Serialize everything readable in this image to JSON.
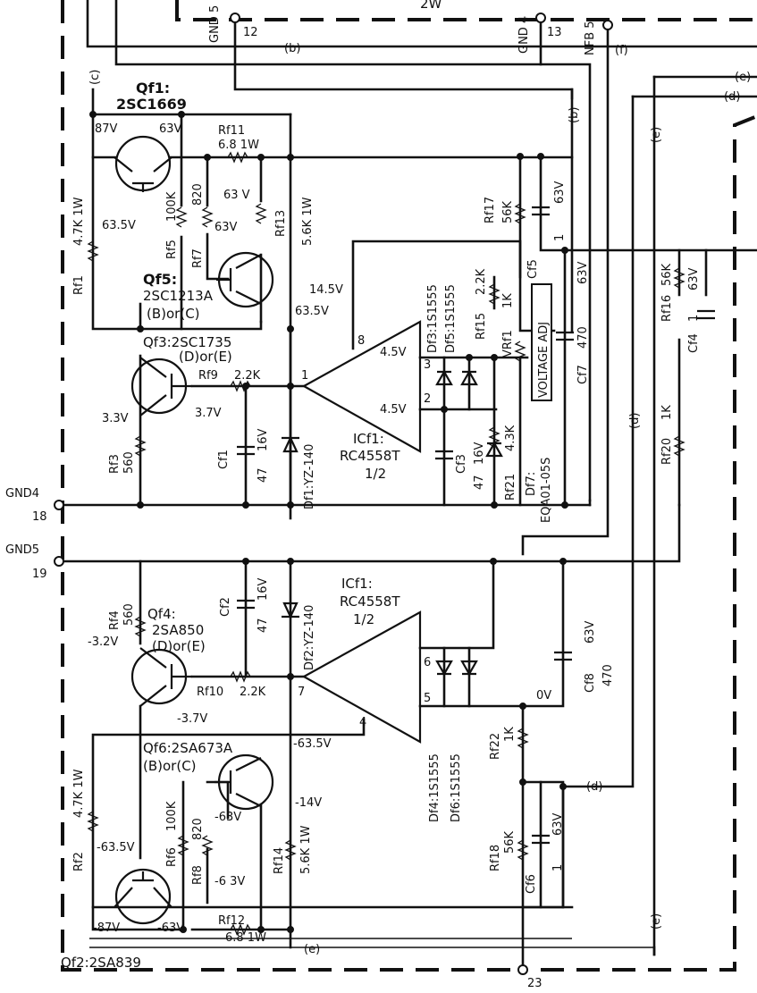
{
  "title_power": "2W",
  "pins": {
    "gnd5_top": "GND 5",
    "p12": "12",
    "gnd4_top": "GND 4",
    "p13": "13",
    "nfb5": "NFB 5",
    "gnd4_side": "GND4",
    "p18": "18",
    "gnd5_side": "GND5",
    "p19": "19",
    "p23": "23"
  },
  "net_labels": {
    "b1": "(b)",
    "b2": "(b)",
    "c": "(c)",
    "f": "(f)",
    "e_top": "(e)",
    "d_top": "(d)",
    "e_right": "(e)",
    "d_mid": "(d)",
    "d_low": "(d)",
    "e_low": "(e)",
    "e_bottom": "(e)"
  },
  "transistors": {
    "qf1": {
      "name": "Qf1:",
      "part": "2SC1669"
    },
    "qf5": {
      "name": "Qf5:",
      "part": "2SC1213A",
      "rank": "(B)or(C)"
    },
    "qf3": {
      "name": "Qf3:2SC1735",
      "rank": "(D)or(E)"
    },
    "qf4": {
      "name": "Qf4:",
      "part": "2SA850",
      "rank": "(D)or(E)"
    },
    "qf6": {
      "name": "Qf6:2SA673A",
      "rank": "(B)or(C)"
    },
    "qf2": {
      "name": "Qf2:2SA839"
    }
  },
  "resistors": {
    "rf11": {
      "name": "Rf11",
      "value": "6.8 1W"
    },
    "rf1": {
      "name": "Rf1",
      "value": "4.7K 1W"
    },
    "rf5": {
      "name": "Rf5",
      "value": "100K"
    },
    "rf7": {
      "name": "Rf7",
      "value": "820"
    },
    "rf13": {
      "name": "Rf13",
      "value": "5.6K 1W"
    },
    "rf17": {
      "name": "Rf17",
      "value": "56K"
    },
    "rf15": {
      "name": "Rf15",
      "value": "2.2K"
    },
    "vrf1": {
      "name": "VRf1",
      "value": "1K"
    },
    "rf9": {
      "name": "Rf9",
      "value": "2.2K"
    },
    "rf3": {
      "name": "Rf3",
      "value": "560"
    },
    "rf21": {
      "name": "Rf21",
      "value": "4.3K"
    },
    "rf16": {
      "name": "Rf16",
      "value": "56K"
    },
    "rf20": {
      "name": "Rf20",
      "value": "1K"
    },
    "rf4": {
      "name": "Rf4",
      "value": "560"
    },
    "rf10": {
      "name": "Rf10",
      "value": "2.2K"
    },
    "rf22": {
      "name": "Rf22",
      "value": "1K"
    },
    "rf2": {
      "name": "Rf2",
      "value": "4.7K 1W"
    },
    "rf6": {
      "name": "Rf6",
      "value": "100K"
    },
    "rf8": {
      "name": "Rf8",
      "value": "820"
    },
    "rf14": {
      "name": "Rf14",
      "value": "5.6K 1W"
    },
    "rf18": {
      "name": "Rf18",
      "value": "56K"
    },
    "rf12": {
      "name": "Rf12",
      "value": "6.8 1W"
    }
  },
  "capacitors": {
    "cf5": {
      "name": "Cf5",
      "value": "1",
      "volt": "63V"
    },
    "cf7": {
      "name": "Cf7",
      "value": "470",
      "volt": "63V"
    },
    "cf1": {
      "name": "Cf1",
      "value": "47",
      "volt": "16V"
    },
    "cf3": {
      "name": "Cf3",
      "value": "47",
      "volt": "16V"
    },
    "cf4": {
      "name": "Cf4",
      "value": "1",
      "volt": "63V"
    },
    "cf2": {
      "name": "Cf2",
      "value": "47",
      "volt": "16V"
    },
    "cf8": {
      "name": "Cf8",
      "value": "470",
      "volt": "63V"
    },
    "cf6": {
      "name": "Cf6",
      "value": "1",
      "volt": "63V"
    }
  },
  "diodes": {
    "df3df5_a": "Df3:1S1555",
    "df3df5_b": "Df5:1S1555",
    "df1": "Df1:YZ-140",
    "df7_a": "Df7:",
    "df7_b": "EQA01-05S",
    "df2": "Df2:YZ-140",
    "df4df6_a": "Df4:1S1555",
    "df4df6_b": "Df6:1S1555"
  },
  "opamps": {
    "top": {
      "name": "ICf1:",
      "part": "RC4558T",
      "half": "1/2",
      "pin8": "8",
      "pin1": "1",
      "pin3": "3",
      "pin2": "2"
    },
    "bottom": {
      "name": "ICf1:",
      "part": "RC4558T",
      "half": "1/2",
      "pin7": "7",
      "pin6": "6",
      "pin5": "5",
      "pin4": "4"
    }
  },
  "voltage_adj": "VOLTAGE ADJ",
  "voltages": {
    "v87": "87V",
    "v63a": "63V",
    "v635": "63.5V",
    "v63b": "63 V",
    "v63c": "63V",
    "v145": "14.5V",
    "v635b": "63.5V",
    "v45a": "4.5V",
    "v45b": "4.5V",
    "v33": "3.3V",
    "v37": "3.7V",
    "vm32": "-3.2V",
    "vm37": "-3.7V",
    "vm635": "-63.5V",
    "v0": "0V",
    "vm63": "-63V",
    "vm14": "-14V",
    "vm635b": "-63.5V",
    "vm63b": "-6 3V",
    "vm87": "-87V",
    "vm63c": "-63V"
  }
}
